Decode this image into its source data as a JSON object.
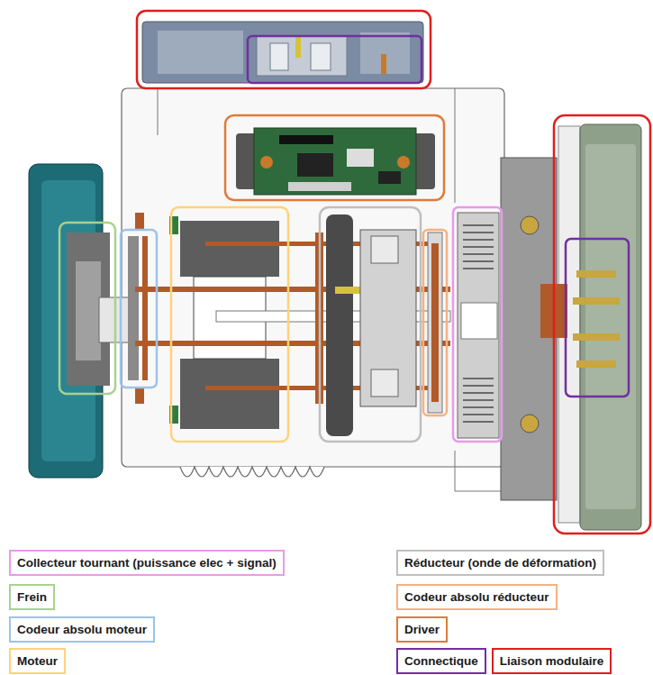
{
  "diagram": {
    "legend": [
      {
        "text": "Collecteur tournant (puissance elec + signal)",
        "color": "#e79be9"
      },
      {
        "text": "Frein",
        "color": "#a9d18e"
      },
      {
        "text": "Codeur absolu moteur",
        "color": "#9dc3e6"
      },
      {
        "text": "Moteur",
        "color": "#ffd27a"
      },
      {
        "text": "Réducteur (onde de déformation)",
        "color": "#bfbfbf"
      },
      {
        "text": "Codeur absolu réducteur",
        "color": "#f4b183"
      },
      {
        "text": "Driver",
        "color": "#e07b39"
      },
      {
        "text": "Connectique",
        "color": "#7030a0"
      },
      {
        "text": "Liaison modulaire",
        "color": "#e01e1e"
      }
    ]
  }
}
